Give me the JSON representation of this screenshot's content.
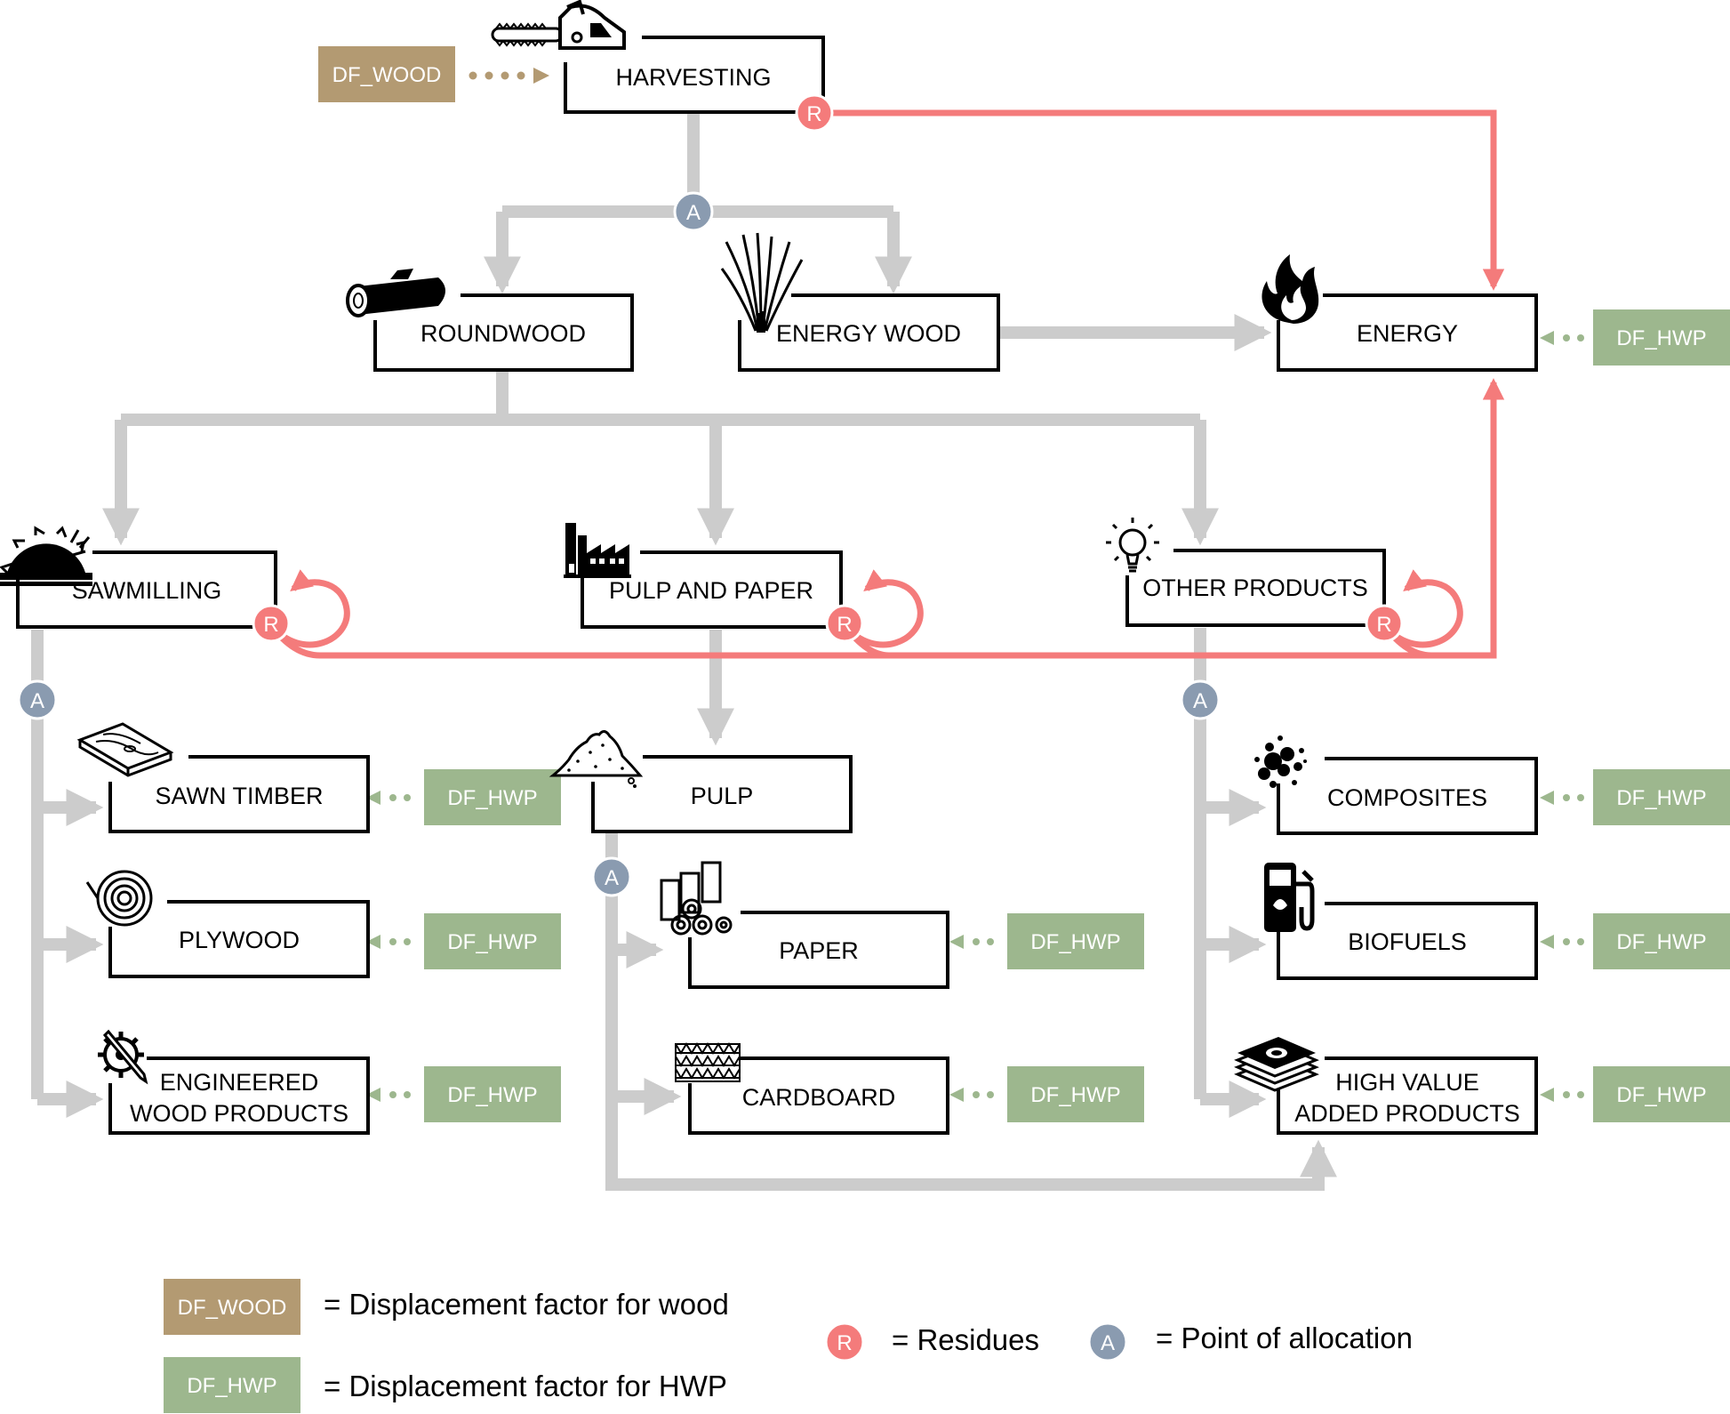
{
  "colors": {
    "box_stroke": "#000000",
    "allocation_flow": "#cccccc",
    "residue_flow": "#f47b7b",
    "allocation_marker": "#8a9bb0",
    "residue_marker": "#f47b7b",
    "df_wood": "#b39a72",
    "df_hwp": "#9db78e"
  },
  "nodes": {
    "harvesting": "HARVESTING",
    "roundwood": "ROUNDWOOD",
    "energy_wood": "ENERGY WOOD",
    "energy": "ENERGY",
    "sawmilling": "SAWMILLING",
    "pulp_and_paper": "PULP AND PAPER",
    "other_products": "OTHER PRODUCTS",
    "sawn_timber": "SAWN TIMBER",
    "plywood": "PLYWOOD",
    "engineered_1": "ENGINEERED",
    "engineered_2": "WOOD PRODUCTS",
    "pulp": "PULP",
    "paper": "PAPER",
    "cardboard": "CARDBOARD",
    "composites": "COMPOSITES",
    "biofuels": "BIOFUELS",
    "high_value_1": "HIGH VALUE",
    "high_value_2": "ADDED PRODUCTS"
  },
  "tags": {
    "df_wood": "DF_WOOD",
    "df_hwp": "DF_HWP"
  },
  "markers": {
    "residues": "R",
    "allocation": "A"
  },
  "legend": {
    "df_wood_desc": "= Displacement factor for wood",
    "df_hwp_desc": "= Displacement factor for HWP",
    "residues_desc": "= Residues",
    "allocation_desc": "= Point of allocation"
  },
  "icons": [
    "chainsaw-icon",
    "log-icon",
    "grass-icon",
    "fire-icon",
    "saw-blade-icon",
    "factory-icon",
    "lightbulb-icon",
    "plank-icon",
    "veneer-roll-icon",
    "gear-pencil-icon",
    "pulp-pile-icon",
    "paper-rolls-icon",
    "cardboard-icon",
    "particles-icon",
    "fuel-pump-icon",
    "money-stack-icon"
  ]
}
